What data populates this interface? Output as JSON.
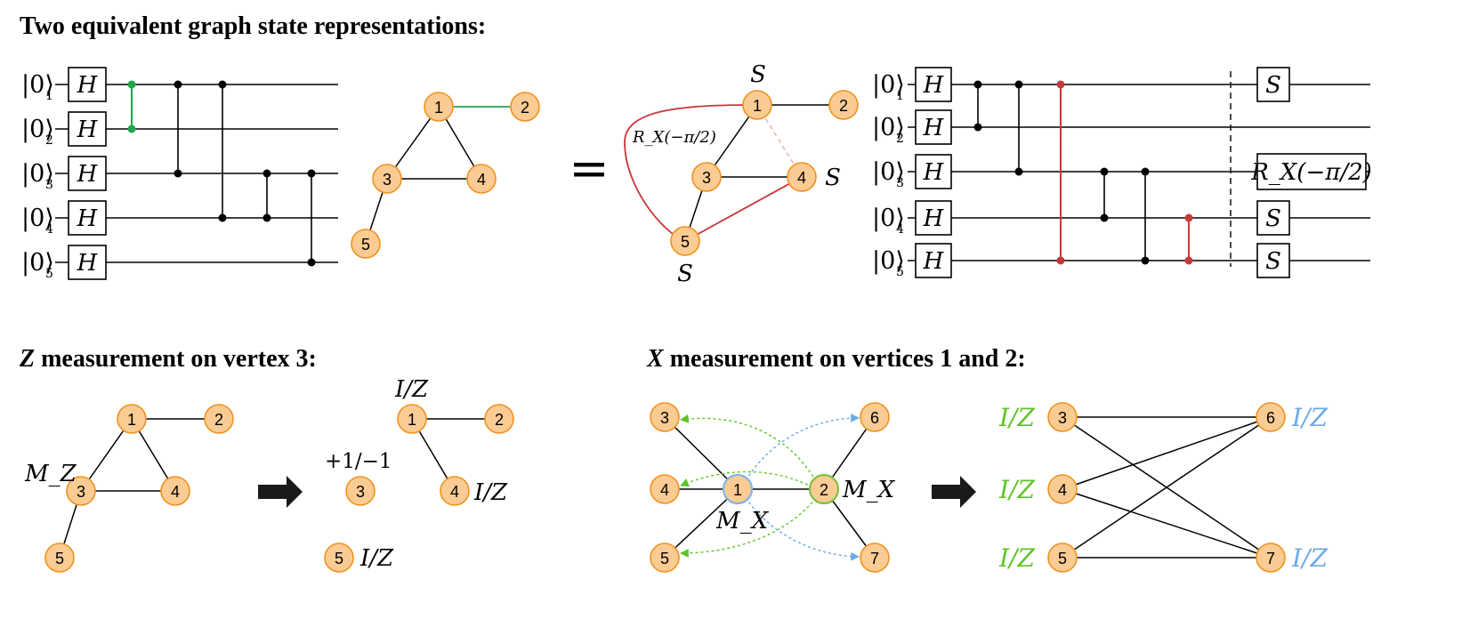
{
  "titles": {
    "top": "Two equivalent graph state representations:",
    "z_letter": "Z",
    "z_rest": " measurement on vertex 3:",
    "x_letter": "X",
    "x_rest": " measurement on vertices 1 and 2:"
  },
  "circuit_left": {
    "ket": "|0⟩",
    "subscripts": [
      "1",
      "2",
      "3",
      "4",
      "5"
    ],
    "gate_label": "H"
  },
  "circuit_right": {
    "ket": "|0⟩",
    "subscripts": [
      "1",
      "2",
      "3",
      "4",
      "5"
    ],
    "gate_label": "H",
    "end_gates": [
      "S",
      "R_X(−π/2)",
      "S",
      "S"
    ]
  },
  "equals_sign": "=",
  "graph_top_left": {
    "nodes": [
      "1",
      "2",
      "3",
      "4",
      "5"
    ]
  },
  "graph_top_mid": {
    "nodes": [
      "1",
      "2",
      "3",
      "4",
      "5"
    ],
    "labels": {
      "s1": "S",
      "s4": "S",
      "s5": "S",
      "rx": "R_X(−π/2)"
    }
  },
  "graph_z_before": {
    "nodes": [
      "1",
      "2",
      "3",
      "4",
      "5"
    ],
    "mz_label": "M_Z"
  },
  "graph_z_after": {
    "nodes": [
      "1",
      "2",
      "3",
      "4",
      "5"
    ],
    "labels": {
      "n1": "I/Z",
      "n3": "+1/−1",
      "n4": "I/Z",
      "n5": "I/Z"
    }
  },
  "graph_x_before": {
    "nodes": [
      "3",
      "4",
      "5",
      "1",
      "2",
      "6",
      "7"
    ],
    "mx_label_1": "M_X",
    "mx_label_2": "M_X"
  },
  "graph_x_after": {
    "nodes": [
      "3",
      "4",
      "5",
      "6",
      "7"
    ],
    "left_labels": [
      "I/Z",
      "I/Z",
      "I/Z"
    ],
    "right_labels": [
      "I/Z",
      "I/Z"
    ]
  },
  "colors": {
    "node_fill": "#fbcb94",
    "node_stroke": "#f0921e",
    "green": "#5ec426",
    "red": "#c8383a",
    "blue": "#6aaae8",
    "pink_dashed": "#f2b3b3",
    "arrow": "#1a1a1a"
  }
}
